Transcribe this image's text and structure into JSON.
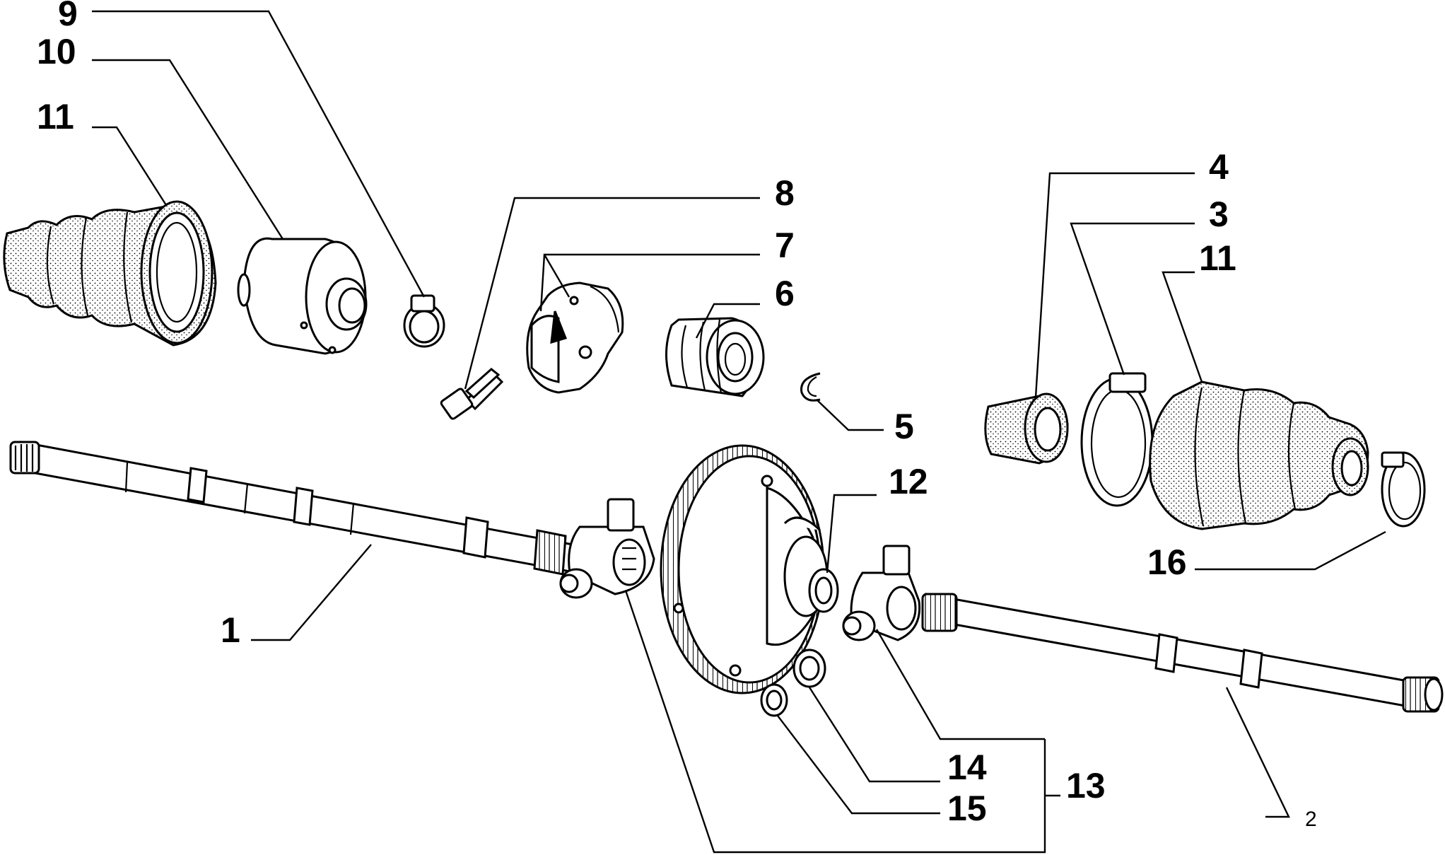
{
  "callouts": {
    "c1": "1",
    "c2": "2",
    "c3": "3",
    "c4": "4",
    "c5": "5",
    "c6": "6",
    "c7": "7",
    "c8": "8",
    "c9": "9",
    "c10": "10",
    "c11_left": "11",
    "c11_right": "11",
    "c12": "12",
    "c13": "13",
    "c14": "14",
    "c15": "15",
    "c16": "16"
  }
}
